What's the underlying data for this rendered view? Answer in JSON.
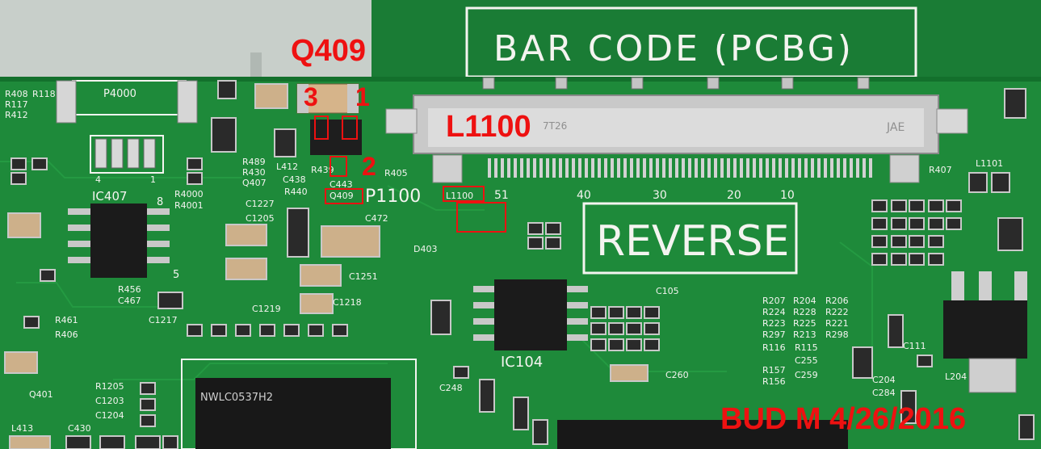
{
  "colors": {
    "board": "#1e8a3a",
    "board_dark": "#14702c",
    "silkscreen": "#f4f4f0",
    "annotation": "#ee1111",
    "connector": "#c9c9c9"
  },
  "annotations": {
    "q409": "Q409",
    "pin3": "3",
    "pin1": "1",
    "pin2": "2",
    "l1100": "L1100",
    "footer": "BUD M 4/26/2016"
  },
  "silkscreen": {
    "bar_code": "BAR CODE (PCBG)",
    "reverse": "REVERSE",
    "p4000": "P4000",
    "p1100": "P1100",
    "ic407": "IC407",
    "ic104": "IC104",
    "l1100_box": "L1100",
    "q409_box": "Q409",
    "jae": "JAE",
    "chip_text": "NWLC0537H2",
    "ref_r408": "R408",
    "ref_r117": "R117",
    "ref_r412": "R412",
    "ref_r118": "R118",
    "ref_l412": "L412",
    "ref_c438": "C438",
    "ref_r439": "R439",
    "ref_r440": "R440",
    "ref_c443": "C443",
    "ref_r405": "R405",
    "ref_r407": "R407",
    "ref_l1101": "L1101",
    "ref_c472": "C472",
    "ref_d403": "D403",
    "ref_c1227": "C1227",
    "ref_c1205": "C1205",
    "ref_r4000": "R4000",
    "ref_r4001": "R4001",
    "ref_r489": "R489",
    "ref_r430": "R430",
    "ref_q407": "Q407",
    "ref_c1251": "C1251",
    "ref_c1219": "C1219",
    "ref_c1218": "C1218",
    "ref_c1217": "C1217",
    "ref_r456": "R456",
    "ref_c467": "C467",
    "ref_r461": "R461",
    "ref_r406": "R406",
    "ref_q401": "Q401",
    "ref_l413": "L413",
    "ref_c430": "C430",
    "ref_r1205": "R1205",
    "ref_c1203": "C1203",
    "ref_c1204": "C1204",
    "ref_c248": "C248",
    "ref_c105": "C105",
    "ref_c260": "C260",
    "ref_c255": "C255",
    "ref_c259": "C259",
    "ref_c204": "C204",
    "ref_c284": "C284",
    "ref_c111": "C111",
    "ref_l204": "L204",
    "ref_r207": "R207",
    "ref_r204": "R204",
    "ref_r206": "R206",
    "ref_r224": "R224",
    "ref_r228": "R228",
    "ref_r222": "R222",
    "ref_r223": "R223",
    "ref_r225": "R225",
    "ref_r221": "R221",
    "ref_r297": "R297",
    "ref_r213": "R213",
    "ref_r298": "R298",
    "ref_r116": "R116",
    "ref_r115": "R115",
    "ref_r157": "R157",
    "ref_r156": "R156",
    "pin_4": "4",
    "pin_8": "8",
    "pin_5": "5",
    "pin_1": "1",
    "conn_51": "51",
    "conn_40": "40",
    "conn_30": "30",
    "conn_20": "20",
    "conn_10": "10",
    "conn_7t26": "7T26"
  }
}
